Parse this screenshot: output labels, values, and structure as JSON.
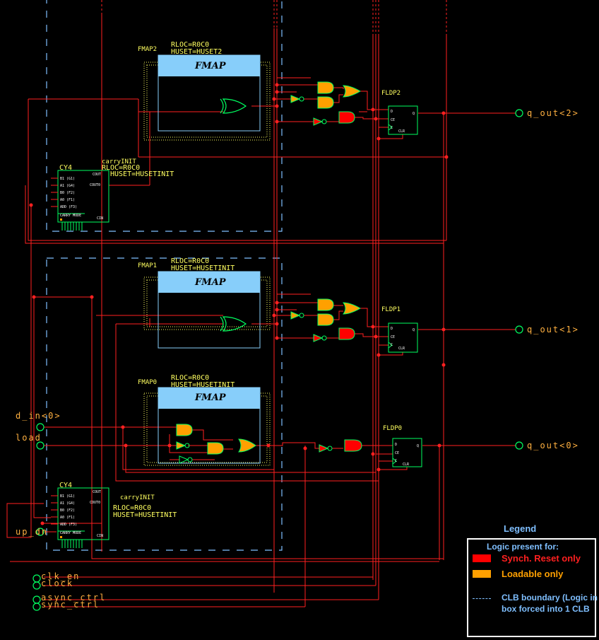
{
  "colors": {
    "wire": "#ff2020",
    "clb_boundary": "#7fbfff",
    "gate_outline": "#00ff60",
    "loadable": "#ffa000",
    "reset": "#ff0000",
    "label": "#ffff60",
    "port": "#ffb040",
    "fmap_fill": "#87cefa"
  },
  "fmaps": [
    {
      "name": "FMAP2",
      "rloc": "RLOC=R0C0",
      "hset": "HUSET=HUSET2",
      "title": "FMAP"
    },
    {
      "name": "FMAP1",
      "rloc": "RLOC=R0C0",
      "hset": "HUSET=HUSETINIT",
      "title": "FMAP"
    },
    {
      "name": "FMAP0",
      "rloc": "RLOC=R0C0",
      "hset": "HUSET=HUSETINIT",
      "title": "FMAP"
    }
  ],
  "flops": [
    {
      "name": "FLDP2",
      "pins": [
        "D",
        "CE",
        "C",
        "CLR",
        "Q"
      ]
    },
    {
      "name": "FLDP1",
      "pins": [
        "D",
        "CE",
        "C",
        "CLR",
        "Q"
      ]
    },
    {
      "name": "FLDP0",
      "pins": [
        "D",
        "CE",
        "C",
        "CLR",
        "Q"
      ]
    }
  ],
  "carry_top": {
    "label": "carryINIT",
    "rloc": "RLOC=R0C0",
    "hset": "HUSET=HUSETINIT",
    "name": "CY4",
    "pins_left": [
      "B1 (G1)",
      "A1 (G4)",
      "B0 (F2)",
      "A0 (F1)",
      "ADD (F3)"
    ],
    "pin_cout": "COUT",
    "pin_cout0": "COUT0",
    "pin_cin": "CIN",
    "mode": "CARRY MODE"
  },
  "carry_bottom": {
    "label": "carryINIT",
    "rloc": "RLOC=R0C0",
    "hset": "HUSET=HUSETINIT",
    "name": "CY4",
    "pins_left": [
      "B1 (G1)",
      "A1 (G4)",
      "B0 (F2)",
      "A0 (F1)",
      "ADD (F3)"
    ],
    "pin_cout": "COUT",
    "pin_cout0": "COUT0",
    "pin_cin": "CIN",
    "mode": "CARRY MODE"
  },
  "ports_out": [
    "q_out<2>",
    "q_out<1>",
    "q_out<0>"
  ],
  "ports_in": [
    "d_in<0>",
    "load",
    "up_dn",
    "clk_en",
    "clock",
    "async_ctrl",
    "sync_ctrl"
  ],
  "legend": {
    "title": "Legend",
    "subtitle": "Logic present for:",
    "reset_label": "Synch. Reset only",
    "loadable_label": "Loadable only",
    "clb_label": "CLB boundary (Logic in box forced into 1 CLB"
  }
}
